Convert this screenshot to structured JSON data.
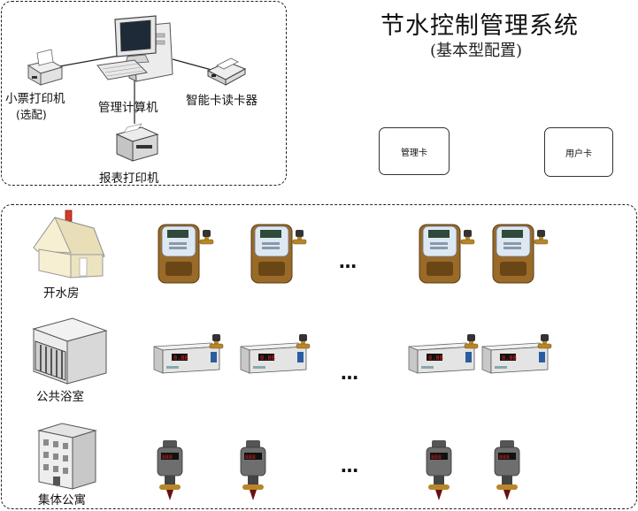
{
  "title": "节水控制管理系统",
  "subtitle": "(基本型配置)",
  "management": {
    "computer_label": "管理计算机",
    "receipt_printer_label": "小票打印机",
    "receipt_printer_note": "(选配)",
    "card_reader_label": "智能卡读卡器",
    "report_printer_label": "报表打印机"
  },
  "cards": {
    "admin_card": "管理卡",
    "user_card": "用户卡"
  },
  "rows": [
    {
      "label": "开水房",
      "device": "water-dispenser-terminal",
      "visible_count": 4,
      "ellipsis": "…"
    },
    {
      "label": "公共浴室",
      "device": "shower-controller",
      "visible_count": 4,
      "ellipsis": "…"
    },
    {
      "label": "集体公寓",
      "device": "dormitory-water-meter",
      "visible_count": 4,
      "ellipsis": "…"
    }
  ],
  "colors": {
    "dash_border": "#222222",
    "house_wall": "#f6efd2",
    "house_roof": "#e8dfb8",
    "chimney": "#d23a2a",
    "terminal_body": "#9a6a28",
    "terminal_face": "#dde8f2",
    "display_red": "#e02020",
    "valve_brass": "#b8862a"
  }
}
